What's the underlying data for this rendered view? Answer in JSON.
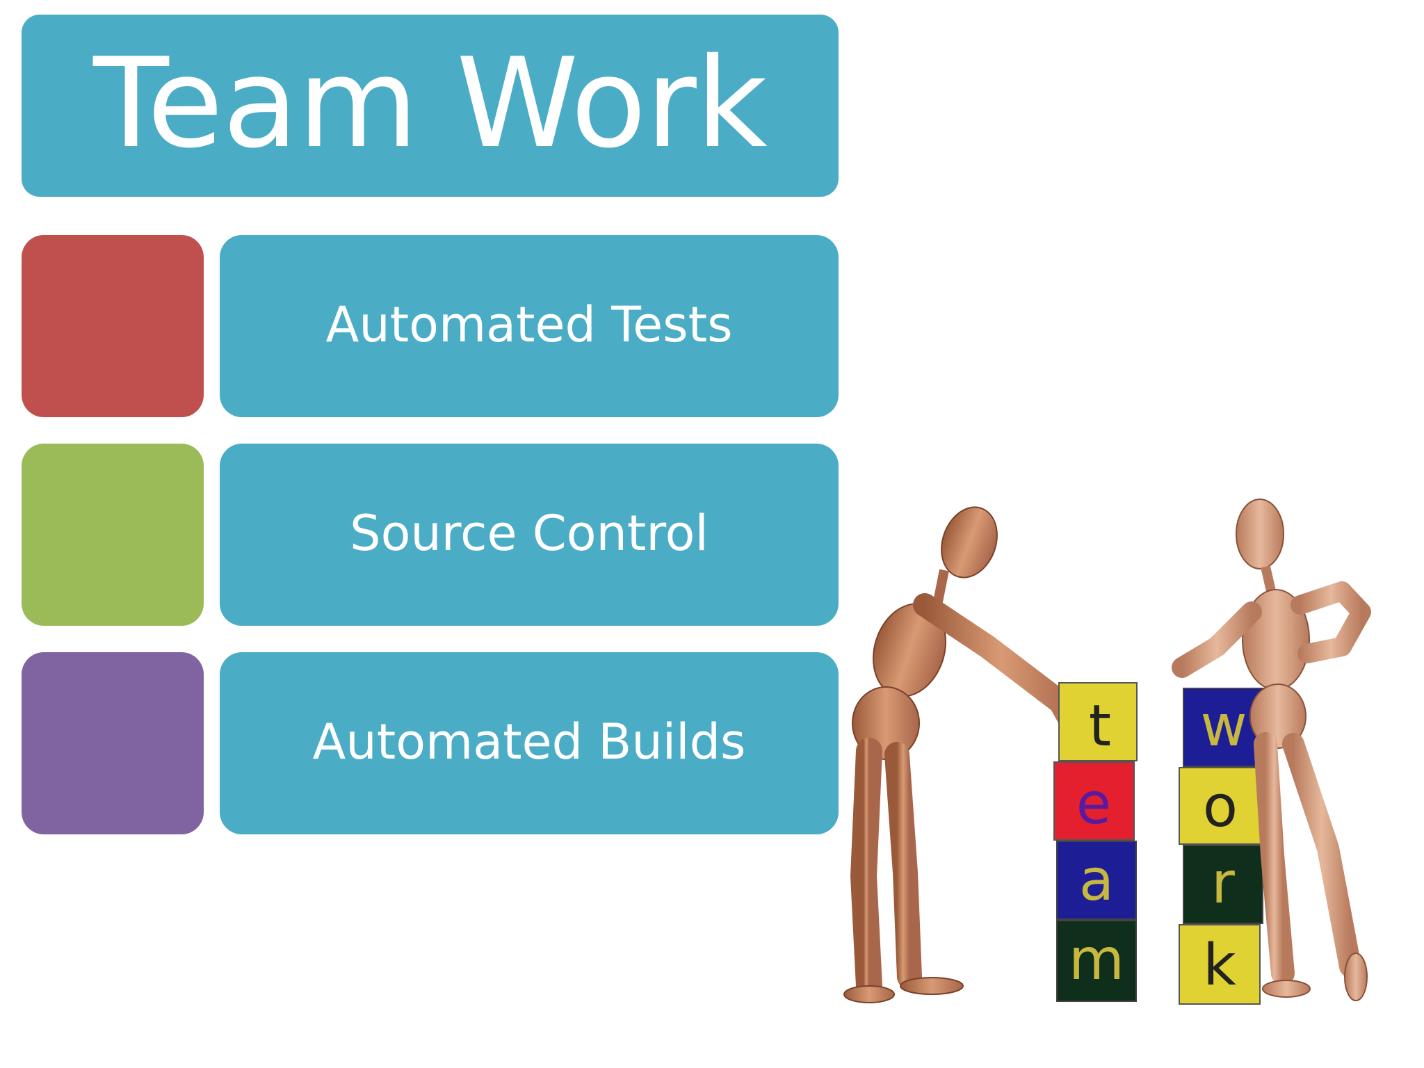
{
  "slide": {
    "title": "Team Work",
    "items": [
      {
        "label": "Automated Tests",
        "swatch_color": "#c0504d"
      },
      {
        "label": "Source Control",
        "swatch_color": "#9bbb59"
      },
      {
        "label": "Automated Builds",
        "swatch_color": "#8064a2"
      }
    ],
    "box_color": "#4bacc6"
  },
  "illustration": {
    "blocks_left": [
      "t",
      "e",
      "a",
      "m"
    ],
    "blocks_right": [
      "w",
      "o",
      "r",
      "k"
    ]
  }
}
